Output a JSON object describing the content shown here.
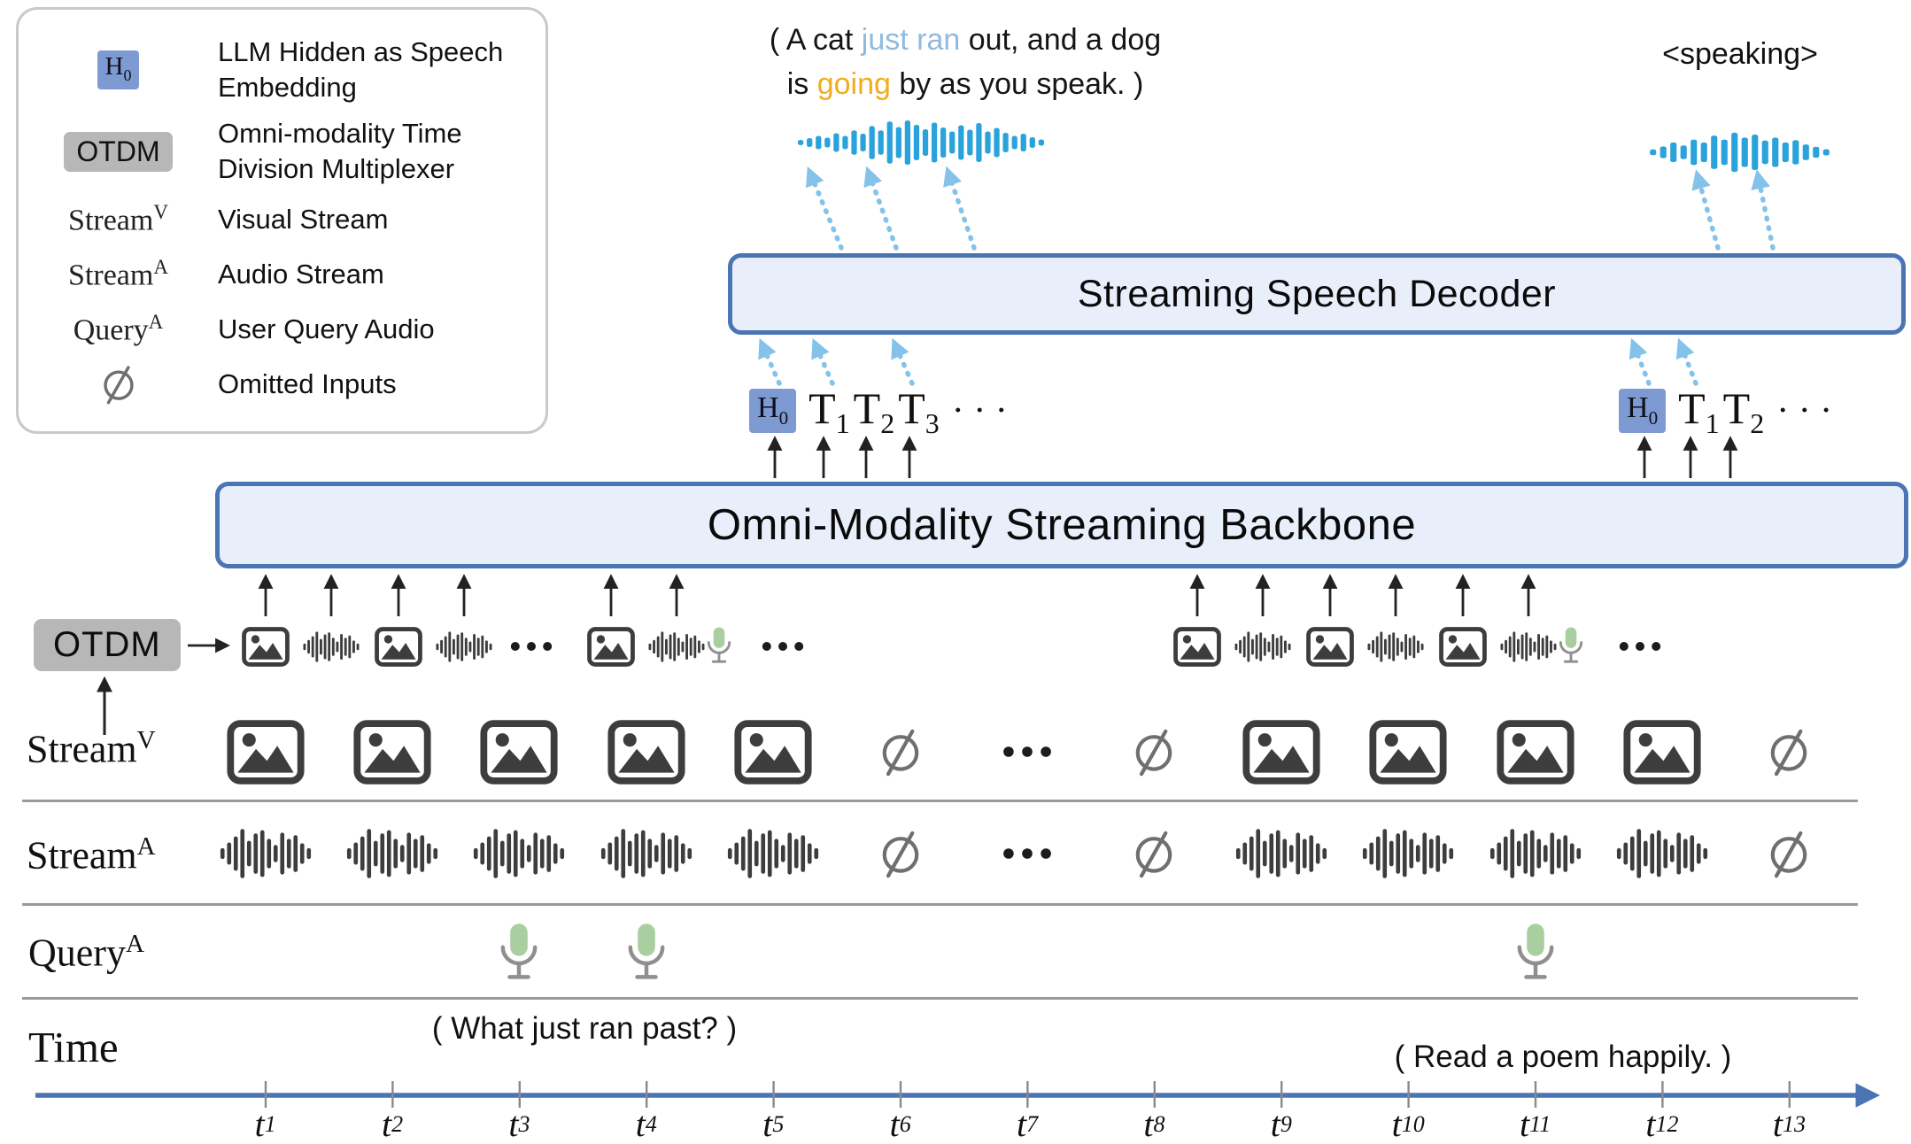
{
  "colors": {
    "accent_blue_border": "#4a74b4",
    "box_fill": "#e9effa",
    "h0_chip": "#7e9ad2",
    "otdm_chip": "#b7b7b7",
    "dashed_arrow": "#85c2ea",
    "speech_highlight_blue": "#92b9e0",
    "speech_highlight_orange": "#f0ad1f",
    "mic_green": "#a9cfa1",
    "waveform_blue": "#2aa3dc",
    "icon_dark": "#3d3d3d",
    "timeline_blue": "#4a74b4"
  },
  "legend": {
    "items": [
      {
        "symbol_base": "H",
        "symbol_sub": "0",
        "label": "LLM Hidden as Speech Embedding"
      },
      {
        "symbol": "OTDM",
        "label": "Omni-modality Time Division Multiplexer"
      },
      {
        "symbol_base": "Stream",
        "symbol_sup": "V",
        "label": "Visual Stream"
      },
      {
        "symbol_base": "Stream",
        "symbol_sup": "A",
        "label": "Audio Stream"
      },
      {
        "symbol_base": "Query",
        "symbol_sup": "A",
        "label": "User Query Audio"
      },
      {
        "symbol": "∅",
        "label": "Omitted Inputs"
      }
    ]
  },
  "speech_output": {
    "line1": [
      {
        "text": "( A cat ",
        "style": "default"
      },
      {
        "text": "just ran",
        "style": "blue"
      },
      {
        "text": " out, and a dog",
        "style": "default"
      }
    ],
    "line2": [
      {
        "text": "is ",
        "style": "default"
      },
      {
        "text": "going",
        "style": "orange"
      },
      {
        "text": " by as you speak. )",
        "style": "default"
      }
    ]
  },
  "speaking_tag": "<speaking>",
  "decoder": {
    "label": "Streaming Speech Decoder"
  },
  "backbone": {
    "label": "Omni-Modality Streaming Backbone"
  },
  "tokens": {
    "left": {
      "h_base": "H",
      "h_sub": "0",
      "items": [
        {
          "base": "T",
          "sub": "1"
        },
        {
          "base": "T",
          "sub": "2"
        },
        {
          "base": "T",
          "sub": "3"
        }
      ],
      "ellipsis": "· · ·"
    },
    "right": {
      "h_base": "H",
      "h_sub": "0",
      "items": [
        {
          "base": "T",
          "sub": "1"
        },
        {
          "base": "T",
          "sub": "2"
        }
      ],
      "ellipsis": "· · ·"
    }
  },
  "otdm": {
    "label": "OTDM"
  },
  "otdm_sequence": {
    "left": [
      "img",
      "wave",
      "img",
      "wave",
      "dots",
      "img",
      "wave",
      "mic",
      "dots"
    ],
    "right": [
      "img",
      "wave",
      "img",
      "wave",
      "img",
      "wave",
      "mic",
      "dots"
    ]
  },
  "rows": [
    {
      "id": "stream-v",
      "label_base": "Stream",
      "label_sup": "V",
      "cells": [
        "img",
        "img",
        "img",
        "img",
        "img",
        "empty",
        "dots",
        "empty",
        "img",
        "img",
        "img",
        "img",
        "empty"
      ]
    },
    {
      "id": "stream-a",
      "label_base": "Stream",
      "label_sup": "A",
      "cells": [
        "wave",
        "wave",
        "wave",
        "wave",
        "wave",
        "empty",
        "dots",
        "empty",
        "wave",
        "wave",
        "wave",
        "wave",
        "empty"
      ]
    },
    {
      "id": "query-a",
      "label_base": "Query",
      "label_sup": "A",
      "cells": [
        "",
        "",
        "mic",
        "mic",
        "",
        "",
        "",
        "",
        "",
        "",
        "mic",
        "",
        ""
      ]
    }
  ],
  "annotations": {
    "query1": "( What just ran past? )",
    "query2": "( Read a poem happily. )"
  },
  "timeline": {
    "label": "Time",
    "ticks": [
      {
        "base": "t",
        "sub": "1"
      },
      {
        "base": "t",
        "sub": "2"
      },
      {
        "base": "t",
        "sub": "3"
      },
      {
        "base": "t",
        "sub": "4"
      },
      {
        "base": "t",
        "sub": "5"
      },
      {
        "base": "t",
        "sub": "6"
      },
      {
        "base": "t",
        "sub": "7"
      },
      {
        "base": "t",
        "sub": "8"
      },
      {
        "base": "t",
        "sub": "9"
      },
      {
        "base": "t",
        "sub": "10"
      },
      {
        "base": "t",
        "sub": "11"
      },
      {
        "base": "t",
        "sub": "12"
      },
      {
        "base": "t",
        "sub": "13"
      }
    ]
  }
}
